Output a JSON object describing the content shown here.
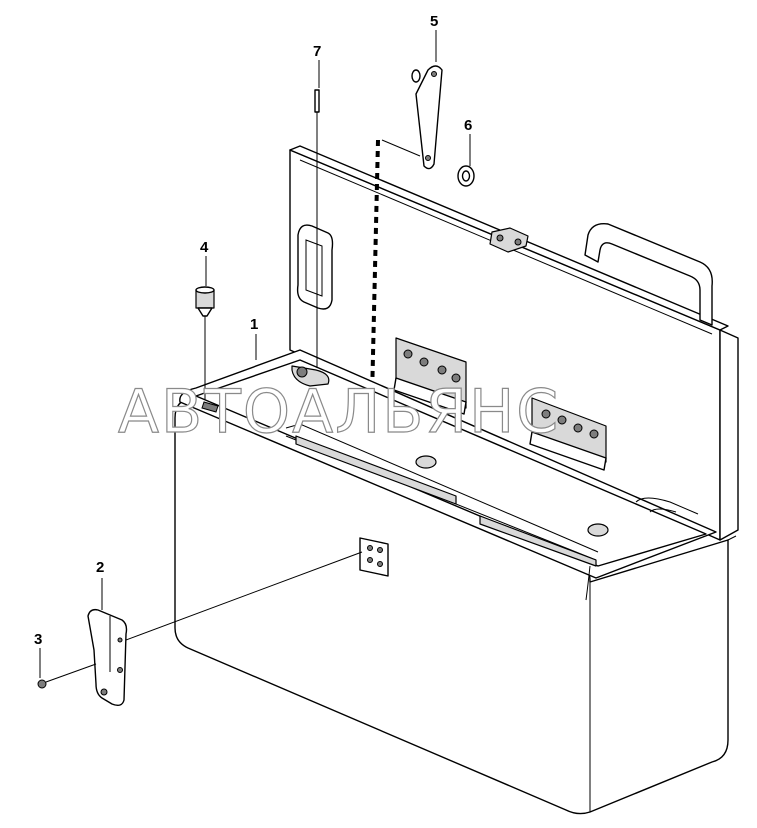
{
  "callouts": [
    {
      "id": "1",
      "label": "1"
    },
    {
      "id": "2",
      "label": "2"
    },
    {
      "id": "3",
      "label": "3"
    },
    {
      "id": "4",
      "label": "4"
    },
    {
      "id": "5",
      "label": "5"
    },
    {
      "id": "6",
      "label": "6"
    },
    {
      "id": "7",
      "label": "7"
    }
  ],
  "watermark": "АВТОАЛЬЯНС",
  "colors": {
    "line": "#000000",
    "background": "#ffffff",
    "shade": "#d9d9d9",
    "watermark_stroke": "#8a8a8a"
  }
}
